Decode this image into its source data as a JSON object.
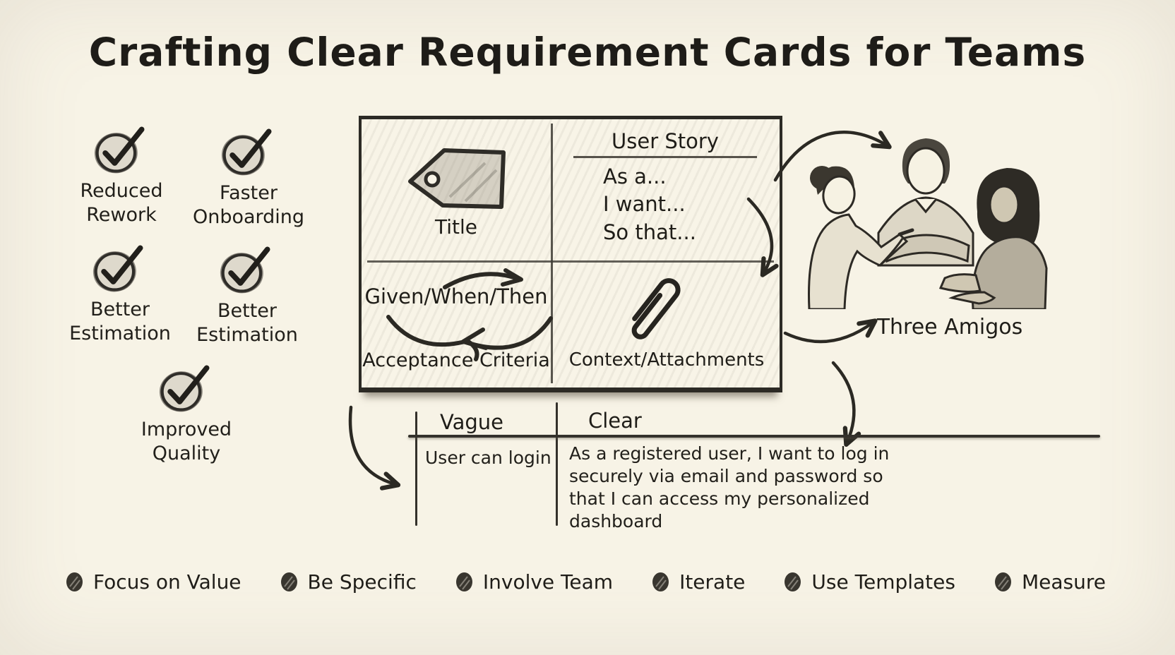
{
  "title": "Crafting Clear Requirement Cards for Teams",
  "colors": {
    "background": "#f7f3e6",
    "ink": "#2c2a25"
  },
  "benefits": [
    {
      "label": "Reduced Rework"
    },
    {
      "label": "Faster Onboarding"
    },
    {
      "label": "Better Estimation"
    },
    {
      "label": "Better Estimation"
    },
    {
      "label": "Improved Quality"
    }
  ],
  "card": {
    "title_quadrant": {
      "label": "Title",
      "icon": "tag-icon"
    },
    "user_story_quadrant": {
      "heading": "User Story",
      "lines": [
        "As a...",
        "I want...",
        "So that..."
      ]
    },
    "acceptance_quadrant": {
      "heading": "Given/When/Then",
      "label": "Acceptance Criteria",
      "icon": "cycle-arrows-icon"
    },
    "context_quadrant": {
      "label": "Context/Attachments",
      "icon": "paperclip-icon"
    }
  },
  "three_amigos": {
    "label": "Three Amigos"
  },
  "comparison": {
    "headers": [
      "Vague",
      "Clear"
    ],
    "vague_example": "User can login",
    "clear_example": "As a registered user, I want to log in securely via email and password so that I can access my personalized dashboard"
  },
  "principles": [
    {
      "label": "Focus on Value"
    },
    {
      "label": "Be Specific"
    },
    {
      "label": "Involve Team"
    },
    {
      "label": "Iterate"
    },
    {
      "label": "Use Templates"
    },
    {
      "label": "Measure"
    }
  ]
}
